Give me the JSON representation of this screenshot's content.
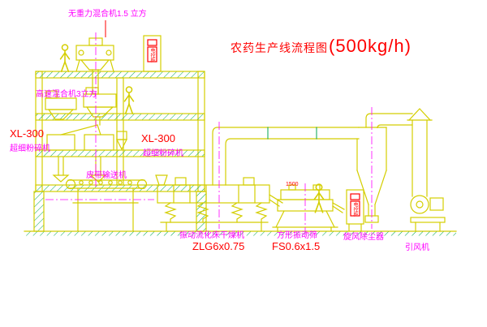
{
  "title": {
    "main": "农药生产线流程图",
    "capacity": "(500kg/h)"
  },
  "labels": {
    "gravity_mixer": "无重力混合机1.5 立方",
    "high_speed_mixer": "高速混合机3立方",
    "mill_left_model": "XL-300",
    "mill_left_name": "超细粉碎机",
    "mill_right_model": "XL-300",
    "mill_right_name": "超细粉碎机",
    "belt_conveyor": "皮带输送机",
    "dryer_name": "振动流化床干燥机",
    "dryer_model": "ZLG6x0.75",
    "screen_name": "方形振动筛",
    "screen_model": "FS0.6x1.5",
    "screen_dim": "1500",
    "cyclone_name": "旋风除尘器",
    "fan_name": "引风机",
    "cabinet_a_text": "电控柜",
    "cabinet_b_text": "电控柜"
  },
  "colors": {
    "line_yellow": "#d4ce00",
    "hatch_green": "#00a650",
    "label_magenta": "#ff00ff",
    "accent_red": "#ff0000",
    "background": "#ffffff"
  }
}
